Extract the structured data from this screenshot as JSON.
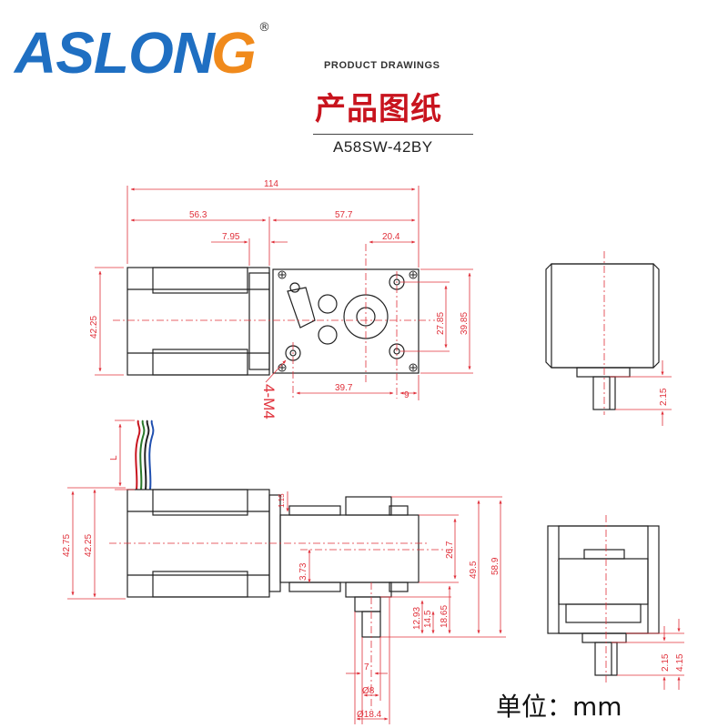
{
  "brand": {
    "logo_text": "ASLONG",
    "registered_mark": "®",
    "logo_blue": "#1f6fc2",
    "logo_orange": "#f08a1c"
  },
  "header": {
    "subtitle": "PRODUCT DRAWINGS",
    "title": "产品图纸",
    "model": "A58SW-42BY",
    "title_color": "#c8141e"
  },
  "dimensions": {
    "top_view": {
      "overall_length": "114",
      "motor_length": "56.3",
      "gearbox_length": "57.7",
      "flange": "7.95",
      "shaft_offset": "20.4",
      "motor_height": "42.25",
      "hole_spacing_v": "27.85",
      "gearbox_height": "39.85",
      "hole_spacing_h": "39.7",
      "hole_edge": "9",
      "thread_callout": "4-M4"
    },
    "side_view": {
      "motor_width": "42.75",
      "motor_body": "42.25",
      "gap": "1.15",
      "gear_height": "26.7",
      "gear_total": "49.5",
      "overall_height": "58.9",
      "offset_3_73": "3.73",
      "shaft_12_93": "12.93",
      "shaft_14_5": "14.5",
      "shaft_18_65": "18.65",
      "flat": "7",
      "shaft_diameter": "Ø8",
      "boss_diameter": "Ø18.4",
      "lead_length": "L"
    },
    "end_view": {
      "shaft_dim": "2.15"
    },
    "end_view_bottom": {
      "shaft_dim": "2.15",
      "flat_dim": "4.15"
    }
  },
  "footer": {
    "unit_label": "单位：",
    "unit": "mm"
  }
}
